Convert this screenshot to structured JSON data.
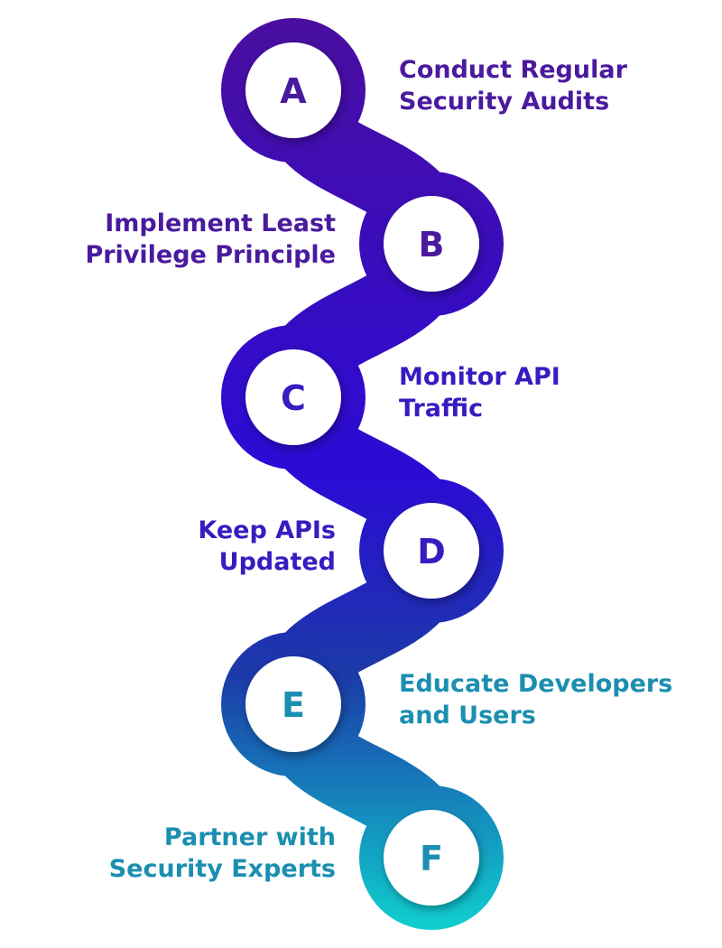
{
  "colors": {
    "gradient_top": "#4a0ea0",
    "gradient_middle": "#2b0bd6",
    "gradient_lower": "#1b3aa8",
    "gradient_bottom": "#0fd0cf",
    "node_fill": "#ffffff"
  },
  "steps": [
    {
      "letter": "A",
      "label": "Conduct Regular\nSecurity Audits",
      "side": "right",
      "color": "#4a1a9e"
    },
    {
      "letter": "B",
      "label": "Implement Least\nPrivilege Principle",
      "side": "left",
      "color": "#4a1a9e"
    },
    {
      "letter": "C",
      "label": "Monitor API\nTraffic",
      "side": "right",
      "color": "#3a1bc0"
    },
    {
      "letter": "D",
      "label": "Keep APIs\nUpdated",
      "side": "left",
      "color": "#3a1bc0"
    },
    {
      "letter": "E",
      "label": "Educate Developers\nand Users",
      "side": "right",
      "color": "#1b8fb0"
    },
    {
      "letter": "F",
      "label": "Partner with\nSecurity Experts",
      "side": "left",
      "color": "#1b8fb0"
    }
  ]
}
